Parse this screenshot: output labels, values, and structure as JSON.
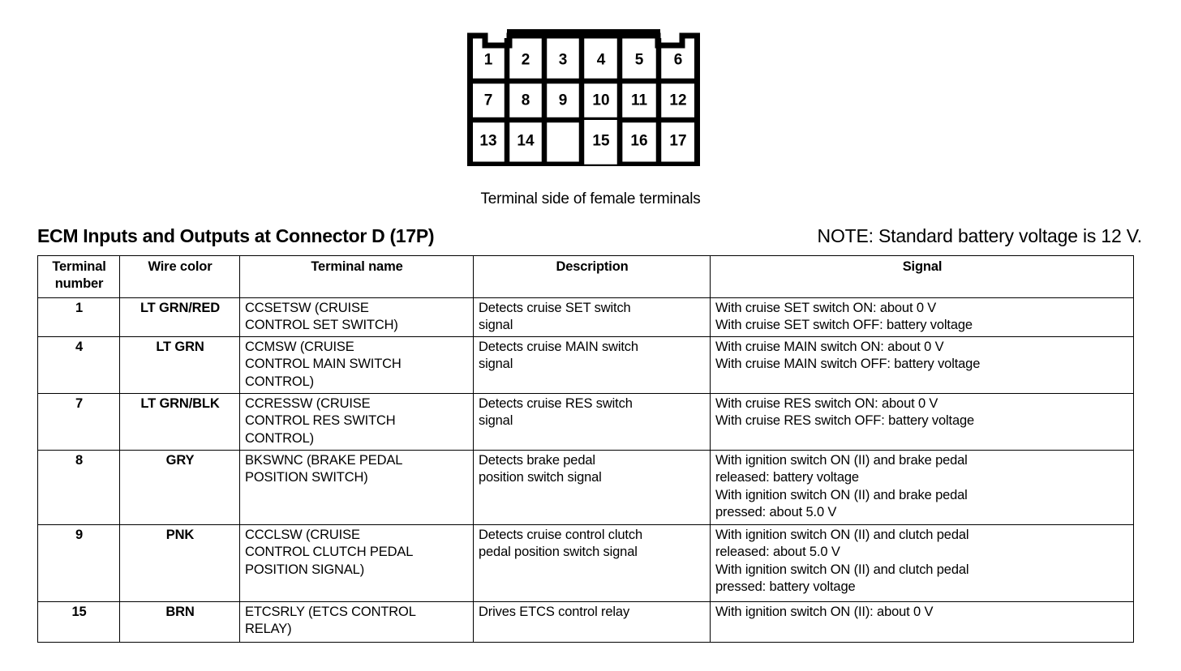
{
  "diagram": {
    "caption": "Terminal side of female terminals",
    "type": "connector-pinout",
    "connector": "D (17P)",
    "rows": 3,
    "columns": 6,
    "cells": [
      [
        "1",
        "2",
        "3",
        "4",
        "5",
        "6"
      ],
      [
        "7",
        "8",
        "9",
        "10",
        "11",
        "12"
      ],
      [
        "13",
        "14",
        "",
        "15",
        "16",
        "17"
      ]
    ],
    "empty_positions": [
      "row3-col3"
    ]
  },
  "heading": {
    "title": "ECM Inputs and Outputs at Connector D (17P)",
    "note": "NOTE: Standard battery voltage is 12 V."
  },
  "table": {
    "headers": {
      "terminal_number": "Terminal\nnumber",
      "wire_color": "Wire color",
      "terminal_name": "Terminal name",
      "description": "Description",
      "signal": "Signal"
    },
    "rows": [
      {
        "terminal_number": "1",
        "wire_color": "LT GRN/RED",
        "terminal_name": "CCSETSW (CRUISE\nCONTROL SET SWITCH)",
        "description": "Detects cruise SET switch\nsignal",
        "signal": "With cruise SET switch ON: about 0 V\nWith cruise SET switch OFF: battery voltage"
      },
      {
        "terminal_number": "4",
        "wire_color": "LT GRN",
        "terminal_name": "CCMSW (CRUISE\nCONTROL MAIN SWITCH\nCONTROL)",
        "description": "Detects cruise MAIN switch\nsignal",
        "signal": "With cruise MAIN switch ON: about 0 V\nWith cruise MAIN switch OFF: battery voltage"
      },
      {
        "terminal_number": "7",
        "wire_color": "LT GRN/BLK",
        "terminal_name": "CCRESSW (CRUISE\nCONTROL RES SWITCH\nCONTROL)",
        "description": "Detects cruise RES switch\nsignal",
        "signal": "With cruise RES switch ON: about 0 V\nWith cruise RES switch OFF: battery voltage"
      },
      {
        "terminal_number": "8",
        "wire_color": "GRY",
        "terminal_name": "BKSWNC (BRAKE PEDAL\nPOSITION SWITCH)",
        "description": "Detects brake pedal\nposition switch signal",
        "signal": "With ignition switch ON (II) and brake pedal\nreleased: battery voltage\nWith ignition switch ON (II) and brake pedal\npressed: about 5.0 V"
      },
      {
        "terminal_number": "9",
        "wire_color": "PNK",
        "terminal_name": "CCCLSW (CRUISE\nCONTROL CLUTCH PEDAL\nPOSITION SIGNAL)",
        "description": "Detects cruise control clutch\npedal position switch signal",
        "signal": "With ignition switch ON (II) and clutch pedal\nreleased: about 5.0 V\nWith ignition switch ON (II) and clutch pedal\npressed: battery voltage"
      },
      {
        "terminal_number": "15",
        "wire_color": "BRN",
        "terminal_name": "ETCSRLY (ETCS CONTROL\nRELAY)",
        "description": "Drives ETCS control relay",
        "signal": "With ignition switch ON (II): about 0 V"
      }
    ]
  },
  "colors": {
    "ink": "#000000",
    "paper": "#ffffff"
  }
}
